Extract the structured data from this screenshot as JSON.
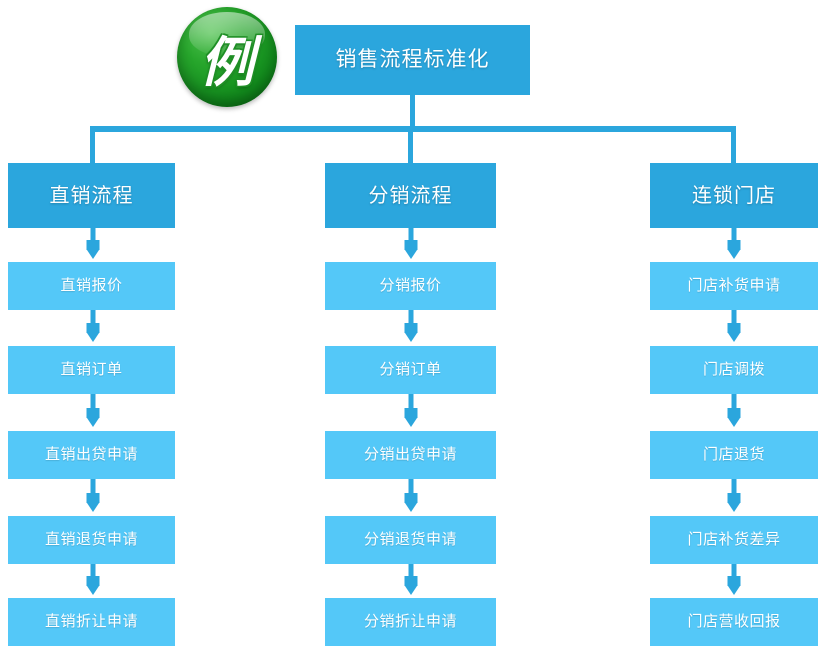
{
  "diagram": {
    "title": "销售流程标准化",
    "badge": {
      "icon": "example-badge-icon",
      "label": "例",
      "color": "#27a62c"
    },
    "colors": {
      "branch_blue": "#2ba6dd",
      "leaf_blue": "#54c8f8",
      "connector_blue": "#2ba6dd",
      "badge_green": "#27a62c",
      "text_white": "#ffffff",
      "background": "#ffffff"
    },
    "columns": [
      {
        "branch_label": "直销流程",
        "steps": [
          "直销报价",
          "直销订单",
          "直销出贷申请",
          "直销退货申请",
          "直销折让申请"
        ]
      },
      {
        "branch_label": "分销流程",
        "steps": [
          "分销报价",
          "分销订单",
          "分销出贷申请",
          "分销退货申请",
          "分销折让申请"
        ]
      },
      {
        "branch_label": "连锁门店",
        "steps": [
          "门店补货申请",
          "门店调拨",
          "门店退货",
          "门店补货差异",
          "门店营收回报"
        ]
      }
    ]
  }
}
